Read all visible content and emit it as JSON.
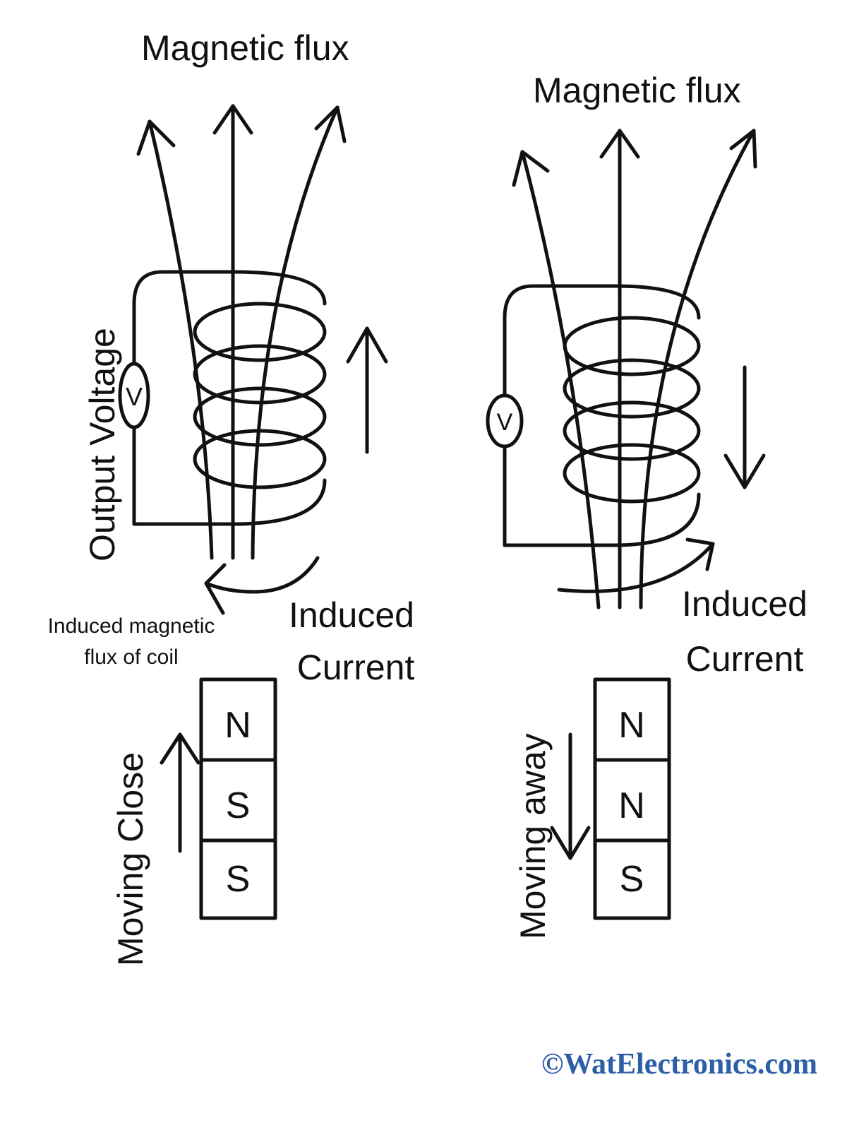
{
  "left": {
    "flux_label": "Magnetic flux",
    "voltage_label": "Output Voltage",
    "meter_symbol": "V",
    "induced_flux_line1": "Induced magnetic",
    "induced_flux_line2": "flux of coil",
    "current_line1": "Induced",
    "current_line2": "Current",
    "motion_label": "Moving Close",
    "magnet_poles": [
      "N",
      "S",
      "S"
    ]
  },
  "right": {
    "flux_label": "Magnetic flux",
    "meter_symbol": "V",
    "current_line1": "Induced",
    "current_line2": "Current",
    "motion_label": "Moving away",
    "magnet_poles": [
      "N",
      "N",
      "S"
    ]
  },
  "watermark": "©WatElectronics.com",
  "colors": {
    "line": "#111111",
    "text": "#111111",
    "watermark": "#2d5fa8"
  }
}
